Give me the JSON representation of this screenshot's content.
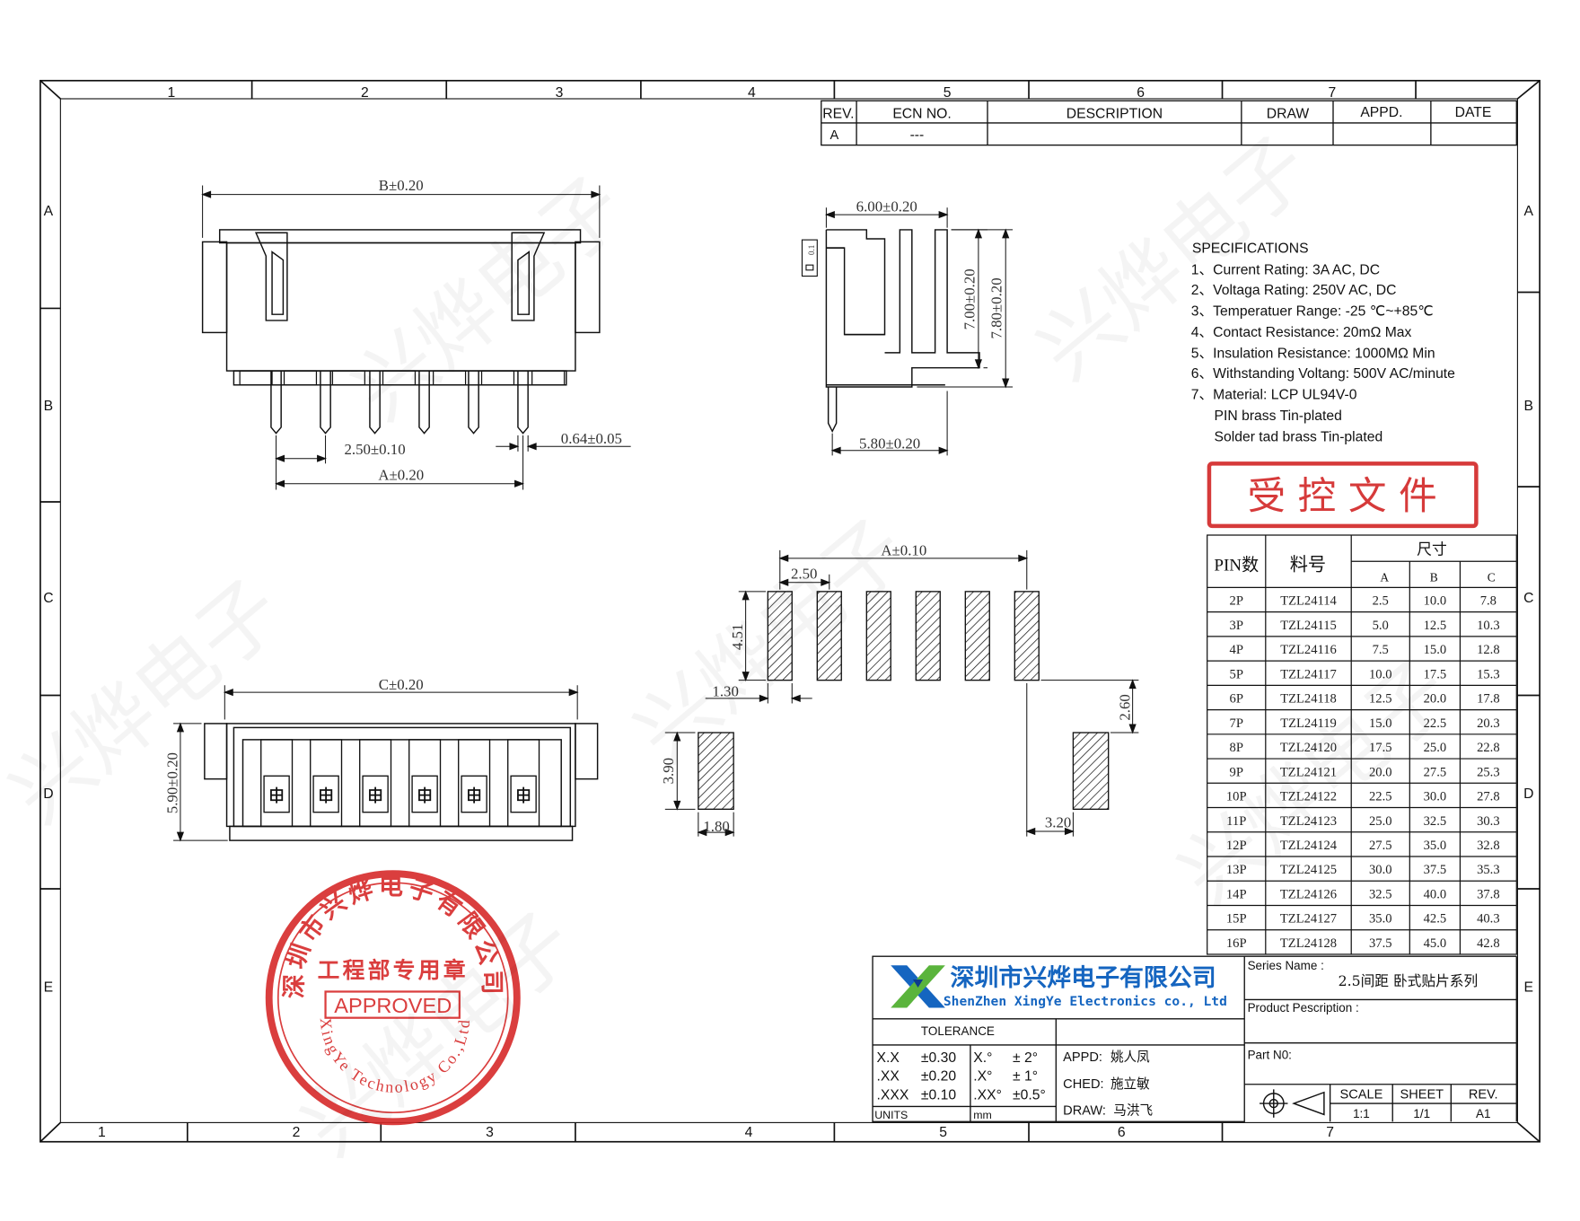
{
  "grid": {
    "top_numbers": [
      "1",
      "2",
      "3",
      "4",
      "5",
      "6",
      "7"
    ],
    "bottom_numbers": [
      "1",
      "2",
      "3",
      "4",
      "5",
      "6",
      "7"
    ],
    "row_letters": [
      "A",
      "B",
      "C",
      "D",
      "E"
    ]
  },
  "revision_block": {
    "headers": [
      "REV.",
      "ECN  NO.",
      "DESCRIPTION",
      "DRAW",
      "APPD.",
      "DATE"
    ],
    "row": [
      "A",
      "---",
      "",
      "",
      "",
      ""
    ]
  },
  "dims": {
    "front_b": "B±0.20",
    "pitch": "2.50±0.10",
    "pin_width": "0.64±0.05",
    "front_a": "A±0.20",
    "side_width": "6.00±0.20",
    "side_h1": "7.00±0.20",
    "side_h2": "7.80±0.20",
    "side_base": "5.80±0.20",
    "side_note": "0.1",
    "top_c": "C±0.20",
    "top_h": "5.90±0.20",
    "pad_a": "A±0.10",
    "pad_pitch": "2.50",
    "pad_len": "4.51",
    "pad_w": "1.30",
    "pad_gap": "2.60",
    "tab_h": "3.90",
    "tab_w": "1.80",
    "tab_offset": "3.20"
  },
  "specs": {
    "title": "SPECIFICATIONS",
    "lines": [
      "1、Current Rating:  3A AC, DC",
      "2、Voltaga Rating:  250V AC, DC",
      "3、Temperatuer Range:  -25 ℃~+85℃",
      "4、Contact Resistance:  20mΩ  Max",
      "5、Insulation Resistance:  1000MΩ  Min",
      "6、Withstanding Voltang: 500V  AC/minute",
      "7、Material:  LCP UL94V-0",
      "PIN brass Tin-plated",
      "Solder tad brass Tin-plated"
    ]
  },
  "controlled_stamp": "受 控 文 件",
  "dimension_table": {
    "col_pin": "PIN数",
    "col_part": "料号",
    "col_size": "尺寸",
    "sub_cols": [
      "A",
      "B",
      "C"
    ],
    "rows": [
      [
        "2P",
        "TZL24114",
        "2.5",
        "10.0",
        "7.8"
      ],
      [
        "3P",
        "TZL24115",
        "5.0",
        "12.5",
        "10.3"
      ],
      [
        "4P",
        "TZL24116",
        "7.5",
        "15.0",
        "12.8"
      ],
      [
        "5P",
        "TZL24117",
        "10.0",
        "17.5",
        "15.3"
      ],
      [
        "6P",
        "TZL24118",
        "12.5",
        "20.0",
        "17.8"
      ],
      [
        "7P",
        "TZL24119",
        "15.0",
        "22.5",
        "20.3"
      ],
      [
        "8P",
        "TZL24120",
        "17.5",
        "25.0",
        "22.8"
      ],
      [
        "9P",
        "TZL24121",
        "20.0",
        "27.5",
        "25.3"
      ],
      [
        "10P",
        "TZL24122",
        "22.5",
        "30.0",
        "27.8"
      ],
      [
        "11P",
        "TZL24123",
        "25.0",
        "32.5",
        "30.3"
      ],
      [
        "12P",
        "TZL24124",
        "27.5",
        "35.0",
        "32.8"
      ],
      [
        "13P",
        "TZL24125",
        "30.0",
        "37.5",
        "35.3"
      ],
      [
        "14P",
        "TZL24126",
        "32.5",
        "40.0",
        "37.8"
      ],
      [
        "15P",
        "TZL24127",
        "35.0",
        "42.5",
        "40.3"
      ],
      [
        "16P",
        "TZL24128",
        "37.5",
        "45.0",
        "42.8"
      ]
    ]
  },
  "title_block": {
    "company_cn": "深圳市兴烨电子有限公司",
    "company_en": "ShenZhen XingYe Electronics co., Ltd",
    "series_label": "Series Name :",
    "series_value": "2.5间距 卧式贴片系列",
    "product_label": "Product Pescription :",
    "part_label": "Part N0:",
    "tolerance_label": "TOLERANCE",
    "tolerances": [
      [
        "X.X",
        "±0.30",
        "X.°",
        "±  2°"
      ],
      [
        ".XX",
        "±0.20",
        ".X°",
        "±  1°"
      ],
      [
        ".XXX",
        "±0.10",
        ".XX°",
        "±0.5°"
      ]
    ],
    "units_label": "UNITS",
    "units_value": "mm",
    "appd": "APPD:",
    "appd_name": "姚人凤",
    "ched": "CHED:",
    "ched_name": "施立敏",
    "draw": "DRAW:",
    "draw_name": "马洪飞",
    "scale_label": "SCALE",
    "scale_value": "1:1",
    "sheet_label": "SHEET",
    "sheet_value": "1/1",
    "rev_label": "REV.",
    "rev_value": "A1",
    "brand_colors": {
      "blue": "#1565c0",
      "green": "#5ab43c",
      "dark": "#0d3c8c"
    }
  },
  "seal": {
    "ring_text": "深圳市兴烨电子有限公司",
    "dept": "工程部专用章",
    "approved": "APPROVED",
    "ring_en": "XingYe Technology Co.,Ltd",
    "color": "#d62a2a"
  },
  "watermark": "兴烨电子"
}
